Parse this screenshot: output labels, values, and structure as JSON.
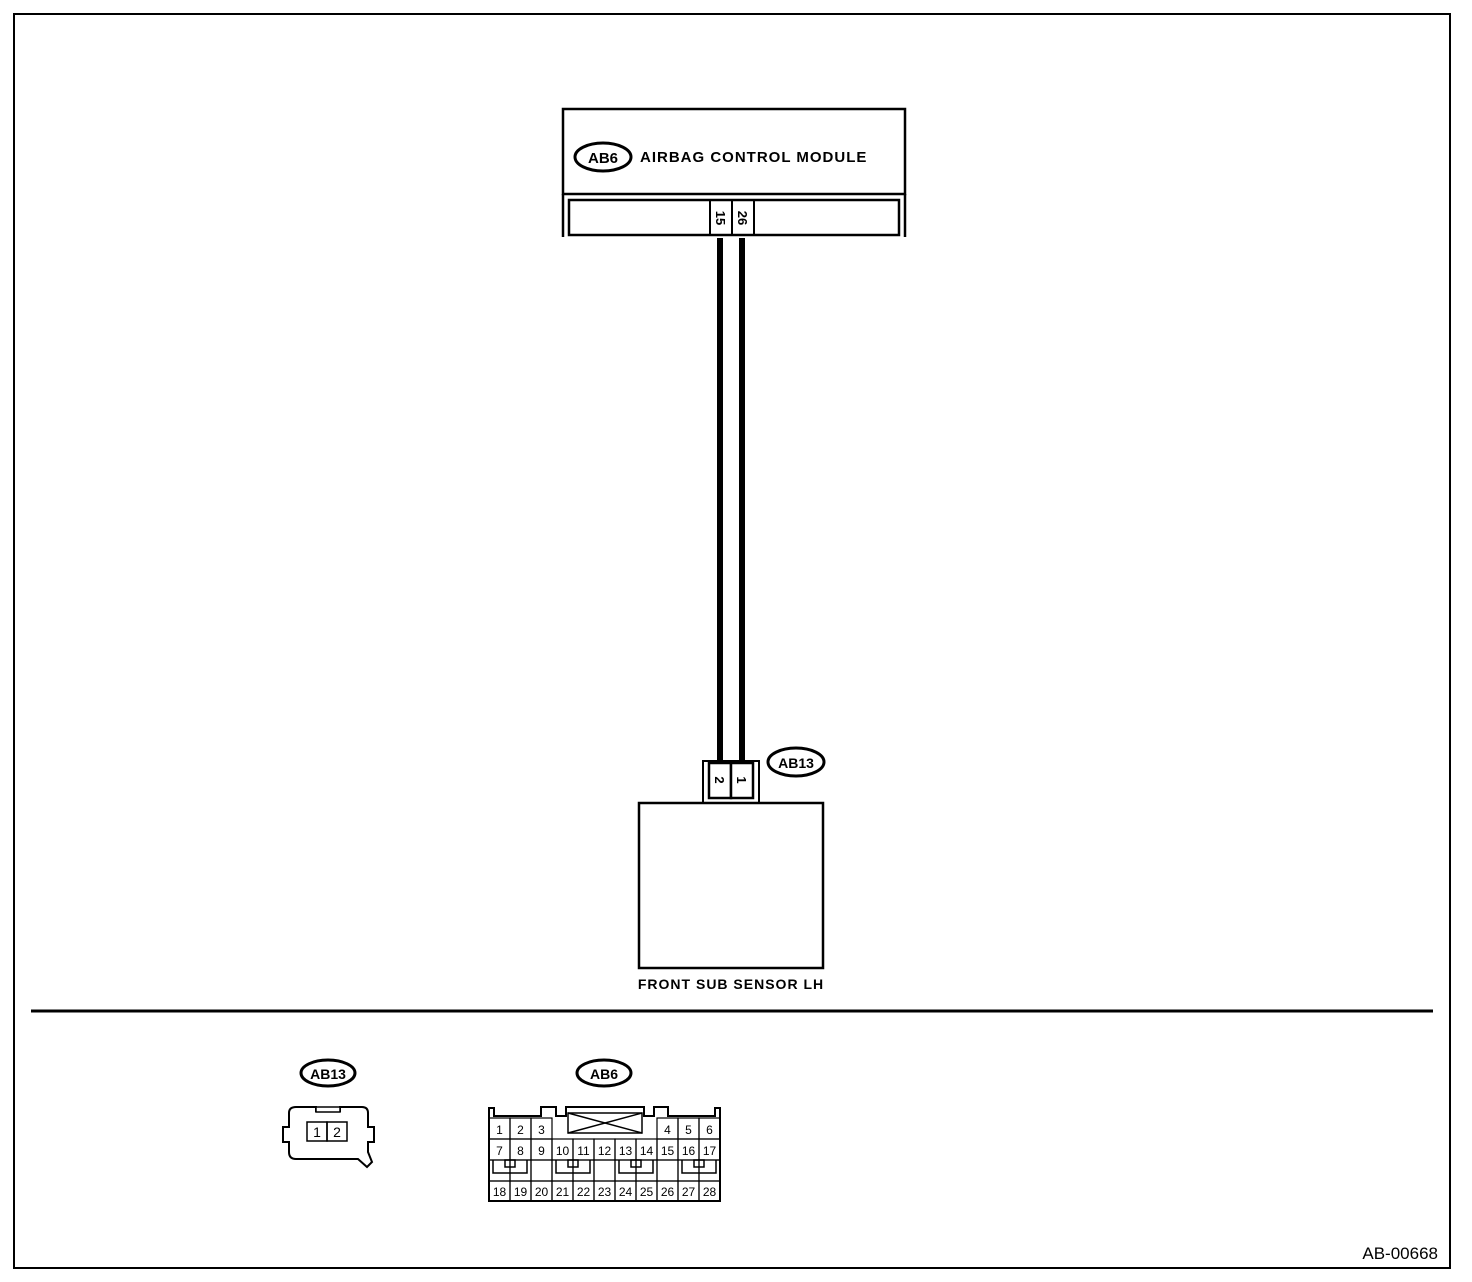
{
  "module": {
    "connector_id": "AB6",
    "name": "AIRBAG CONTROL MODULE",
    "pins": [
      "15",
      "26"
    ]
  },
  "sensor": {
    "connector_id": "AB13",
    "name": "FRONT SUB SENSOR LH",
    "pins": [
      "2",
      "1"
    ]
  },
  "connector_views": {
    "ab13": {
      "label": "AB13",
      "pins": [
        "1",
        "2"
      ]
    },
    "ab6": {
      "label": "AB6",
      "row1": [
        "1",
        "2",
        "3",
        "4",
        "5",
        "6"
      ],
      "row2": [
        "7",
        "8",
        "9",
        "10",
        "11",
        "12",
        "13",
        "14",
        "15",
        "16",
        "17"
      ],
      "row4": [
        "18",
        "19",
        "20",
        "21",
        "22",
        "23",
        "24",
        "25",
        "26",
        "27",
        "28"
      ]
    }
  },
  "figure_id": "AB-00668"
}
